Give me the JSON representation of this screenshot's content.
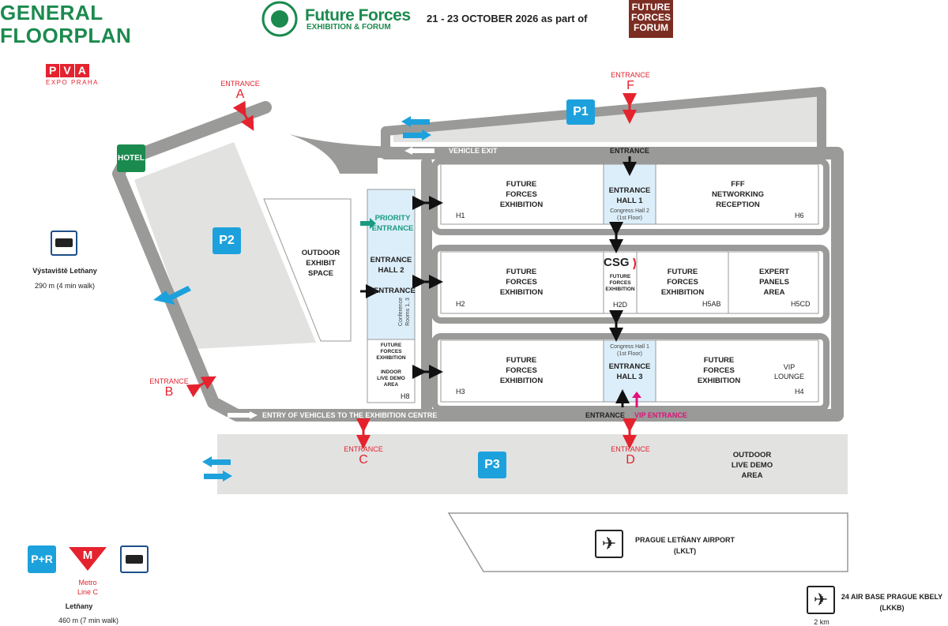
{
  "header": {
    "title_line1": "GENERAL",
    "title_line2": "FLOORPLAN",
    "logo_name": "Future Forces",
    "logo_sub": "EXHIBITION & FORUM",
    "dates": "21 - 23 OCTOBER 2026 as part of",
    "forum_logo": [
      "FUTURE",
      "FORCES",
      "FORUM"
    ],
    "pva": {
      "letters": [
        "P",
        "V",
        "A"
      ],
      "sub": "EXPO PRAHA"
    }
  },
  "entrances": {
    "word": "ENTRANCE",
    "A": "A",
    "B": "B",
    "C": "C",
    "D": "D",
    "F": "F"
  },
  "parking": {
    "p1": "P1",
    "p2": "P2",
    "p3": "P3"
  },
  "hotel": "HOTEL",
  "roads": {
    "vehicle_exit": "VEHICLE EXIT",
    "vehicle_entry": "ENTRY OF VEHICLES TO THE EXHIBITION CENTRE"
  },
  "outdoor_exhibit": [
    "OUTDOOR",
    "EXHIBIT",
    "SPACE"
  ],
  "h8_column": {
    "priority": [
      "PRIORITY",
      "ENTRANCE"
    ],
    "entrance_hall_2": [
      "ENTRANCE",
      "HALL 2"
    ],
    "entrance": "ENTRANCE",
    "conference": "Conference Rooms 1, 3",
    "future_forces": [
      "FUTURE",
      "FORCES",
      "EXHIBITION"
    ],
    "indoor_live": [
      "INDOOR",
      "LIVE DEMO",
      "AREA"
    ],
    "id": "H8"
  },
  "row1": {
    "top_entrance": "ENTRANCE",
    "h1": {
      "lines": [
        "FUTURE",
        "FORCES",
        "EXHIBITION"
      ],
      "id": "H1"
    },
    "entrance_hall_1": [
      "ENTRANCE",
      "HALL 1"
    ],
    "congress_note": [
      "Congress Hall 2",
      "(1st Floor)"
    ],
    "h6": {
      "lines": [
        "FFF",
        "NETWORKING",
        "RECEPTION"
      ],
      "id": "H6"
    }
  },
  "row2": {
    "h2": {
      "lines": [
        "FUTURE",
        "FORCES",
        "EXHIBITION"
      ],
      "id": "H2"
    },
    "csg_logo": "CSG",
    "h2d": {
      "lines": [
        "FUTURE",
        "FORCES",
        "EXHIBITION"
      ],
      "id": "H2D"
    },
    "h5ab": {
      "lines": [
        "FUTURE",
        "FORCES",
        "EXHIBITION"
      ],
      "id": "H5AB"
    },
    "h5cd": {
      "lines": [
        "EXPERT",
        "PANELS",
        "AREA"
      ],
      "id": "H5CD"
    }
  },
  "row3": {
    "h3": {
      "lines": [
        "FUTURE",
        "FORCES",
        "EXHIBITION"
      ],
      "id": "H3"
    },
    "congress_note": [
      "Congress Hall 1",
      "(1st Floor)"
    ],
    "entrance_hall_3": [
      "ENTRANCE",
      "HALL 3"
    ],
    "h4": {
      "lines": [
        "FUTURE",
        "FORCES",
        "EXHIBITION"
      ],
      "id": "H4"
    },
    "vip_lounge": [
      "VIP",
      "LOUNGE"
    ],
    "bottom_entrance": "ENTRANCE",
    "vip_entrance": "VIP ENTRANCE"
  },
  "outdoor_live": [
    "OUTDOOR",
    "LIVE DEMO",
    "AREA"
  ],
  "bus_stop": {
    "name": "Výstaviště Letňany",
    "distance": "290 m (4 min walk)"
  },
  "transport": {
    "pr": "P+R",
    "metro_letter": "M",
    "metro_line": [
      "Metro",
      "Line C"
    ],
    "station": "Letňany",
    "distance": "460 m (7 min walk)"
  },
  "airport": {
    "name": "PRAGUE LETŇANY AIRPORT",
    "code": "(LKLT)"
  },
  "airbase": {
    "name": "24 AIR BASE PRAGUE KBELY",
    "code": "(LKKB)",
    "distance": "2 km"
  },
  "colors": {
    "road": "#9a9a98",
    "parking": "#e2e2e1",
    "entrance_hall": "#dceef9",
    "green": "#1b8a4e",
    "red": "#e4232f",
    "blue": "#1da1dc",
    "magenta": "#e2107b",
    "teal": "#1a9b80"
  }
}
